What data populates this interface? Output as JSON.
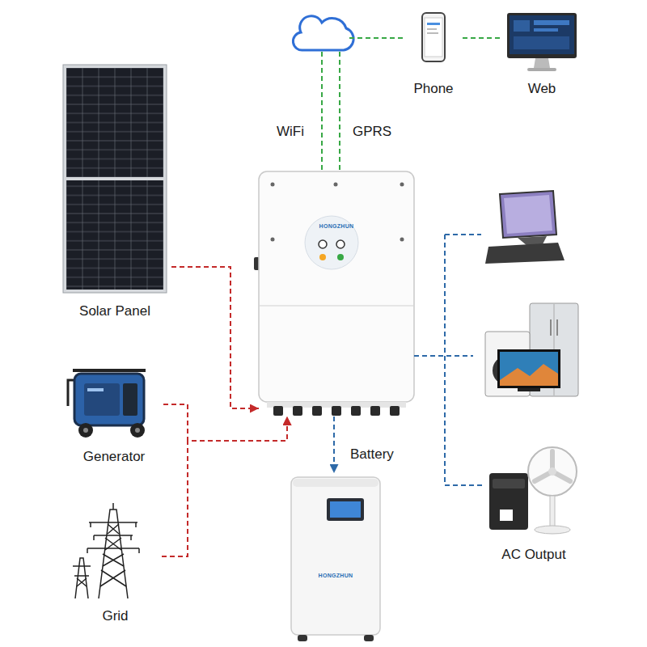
{
  "diagram": {
    "nodes": [
      {
        "text": [
          "Phone"
        ]
      },
      {
        "text": [
          "Web"
        ]
      },
      {
        "text": [
          "Solar Panel"
        ]
      },
      {
        "text": [
          "HONGZHUN"
        ]
      },
      {
        "text": [
          "Generator"
        ]
      },
      {
        "text": [
          "Grid"
        ]
      },
      {
        "text": [
          "Battery",
          "HONGZHUN"
        ]
      },
      {
        "text": [
          "AC Output"
        ]
      }
    ],
    "edges": [
      {
        "from": 0,
        "to": 1,
        "arrow": "none"
      },
      {
        "from": 2,
        "to": 3,
        "arrow": "to"
      },
      {
        "from": 4,
        "to": 3,
        "arrow": "to"
      },
      {
        "from": 5,
        "to": 3,
        "arrow": "to"
      },
      {
        "from": 3,
        "to": 6,
        "arrow": "to"
      },
      {
        "from": 3,
        "to": 7,
        "arrow": "none"
      }
    ],
    "labels": [
      "WiFi",
      "GPRS"
    ]
  }
}
